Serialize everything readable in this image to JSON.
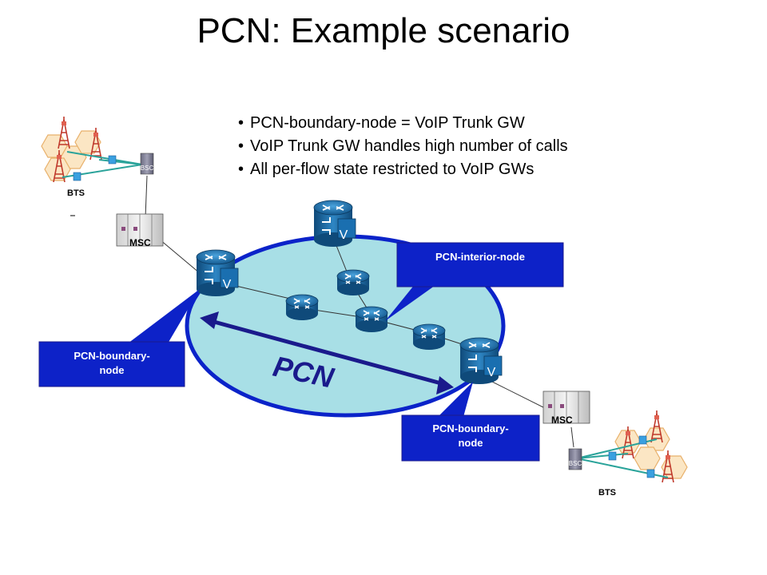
{
  "title": "PCN: Example scenario",
  "bullets": [
    "PCN-boundary-node = VoIP Trunk GW",
    "VoIP Trunk GW handles high number of calls",
    "All per-flow state restricted to VoIP GWs"
  ],
  "domain_label": "PCN",
  "callouts": {
    "interior": "PCN-interior-node",
    "boundary_left_1": "PCN-boundary-",
    "boundary_left_2": "node",
    "boundary_right_1": "PCN-boundary-",
    "boundary_right_2": "node"
  },
  "labels": {
    "bts_top": "BTS",
    "bts_bottom": "BTS",
    "bsc_top": "BSC",
    "bsc_bottom": "BSC",
    "msc_top": "MSC",
    "msc_bottom": "MSC",
    "voip_marker": "V"
  },
  "colors": {
    "cloud_fill": "#a8dfe6",
    "cloud_stroke": "#0b23c9",
    "callout_fill": "#0d22c8",
    "router_fill": "#1a6fb0",
    "arrow": "#1a1a8c"
  }
}
